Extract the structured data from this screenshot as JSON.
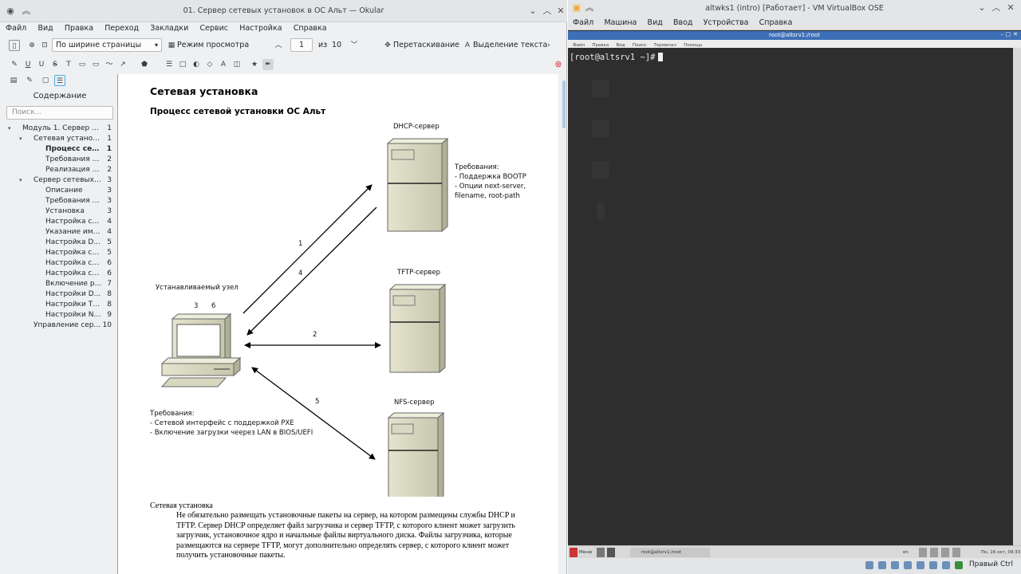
{
  "okular": {
    "title": "01. Сервер сетевых установок в ОС Альт — Okular",
    "menu": [
      "Файл",
      "Вид",
      "Правка",
      "Переход",
      "Закладки",
      "Сервис",
      "Настройка",
      "Справка"
    ],
    "zoom_mode": "По ширине страницы",
    "view_mode": "Режим просмотра",
    "page_current": "1",
    "page_of": "из",
    "page_total": "10",
    "drag_tool": "Перетаскивание",
    "select_tool": "Выделение текста"
  },
  "sidebar": {
    "title": "Содержание",
    "search_placeholder": "Поиск...",
    "toc": [
      {
        "label": "Модуль 1. Сервер се...",
        "page": "1",
        "level": 0,
        "twisty": "▾"
      },
      {
        "label": "Сетевая установка",
        "page": "1",
        "level": 1,
        "twisty": "▾"
      },
      {
        "label": "Процесс сет...",
        "page": "1",
        "level": 2,
        "bold": true
      },
      {
        "label": "Требования д...",
        "page": "2",
        "level": 2
      },
      {
        "label": "Реализация с...",
        "page": "2",
        "level": 2
      },
      {
        "label": "Сервер сетевых ...",
        "page": "3",
        "level": 1,
        "twisty": "▾"
      },
      {
        "label": "Описание",
        "page": "3",
        "level": 2
      },
      {
        "label": "Требования к...",
        "page": "3",
        "level": 2
      },
      {
        "label": "Установка",
        "page": "3",
        "level": 2
      },
      {
        "label": "Настройка ст...",
        "page": "4",
        "level": 2
      },
      {
        "label": "Указание име...",
        "page": "4",
        "level": 2
      },
      {
        "label": "Настройка D...",
        "page": "5",
        "level": 2
      },
      {
        "label": "Настройка се...",
        "page": "5",
        "level": 2
      },
      {
        "label": "Настройка се...",
        "page": "6",
        "level": 2
      },
      {
        "label": "Настройка се...",
        "page": "6",
        "level": 2
      },
      {
        "label": "Включение р...",
        "page": "7",
        "level": 2
      },
      {
        "label": "Настройки D...",
        "page": "8",
        "level": 2
      },
      {
        "label": "Настройки TF...",
        "page": "8",
        "level": 2
      },
      {
        "label": "Настройки NF...",
        "page": "9",
        "level": 2
      },
      {
        "label": "Управление сер...",
        "page": "10",
        "level": 1
      }
    ]
  },
  "document": {
    "heading": "Сетевая установка",
    "subheading": "Процесс сетевой установки ОС Альт",
    "diagram": {
      "dhcp_label": "DHCP-сервер",
      "tftp_label": "TFTP-сервер",
      "nfs_label": "NFS-сервер",
      "node_label": "Устанавливаемый узел",
      "dhcp_req": [
        "Требования:",
        "- Поддержка BOOTP",
        "- Опции next-server,",
        "filename, root-path"
      ],
      "node_req": [
        "Требования:",
        "- Сетевой интерфейс с поддержкой PXE",
        "- Включение загрузки чеерез LAN в BIOS/UEFI"
      ],
      "steps": {
        "s1": "1",
        "s4": "4",
        "s2": "2",
        "s5": "5",
        "s3": "3",
        "s6": "6"
      }
    },
    "section_label": "Сетевая установка",
    "paragraph": "Не обязательно размещать установочные пакеты на сервер, на котором размещены службы DHCP и TFTP. Сервер DHCP определяет файл загрузчика и сервер TFTP, с которого клиент может загрузить загрузчик, установочное ядро и начальные файлы виртуального диска. Файлы загрузчика, которые размещаются на сервере TFTP, могут дополнительно определять сервер, с которого клиент может получить установочные пакеты."
  },
  "vbox": {
    "title": "altwks1 (intro) [Работает] - VM VirtualBox OSE",
    "menu": [
      "Файл",
      "Машина",
      "Вид",
      "Ввод",
      "Устройства",
      "Справка"
    ],
    "terminal_title": "root@altsrv1:/root",
    "terminal_menu": [
      "Файл",
      "Правка",
      "Вид",
      "Поиск",
      "Терминал",
      "Помощь"
    ],
    "prompt": "[root@altsrv1 ~]#",
    "guest_task_menu": "Меню",
    "guest_task_window": "root@altsrv1:/root",
    "guest_task_lang": "en",
    "guest_clock": "Пн, 16 окт, 09:33",
    "host_key": "Правый Ctrl"
  }
}
